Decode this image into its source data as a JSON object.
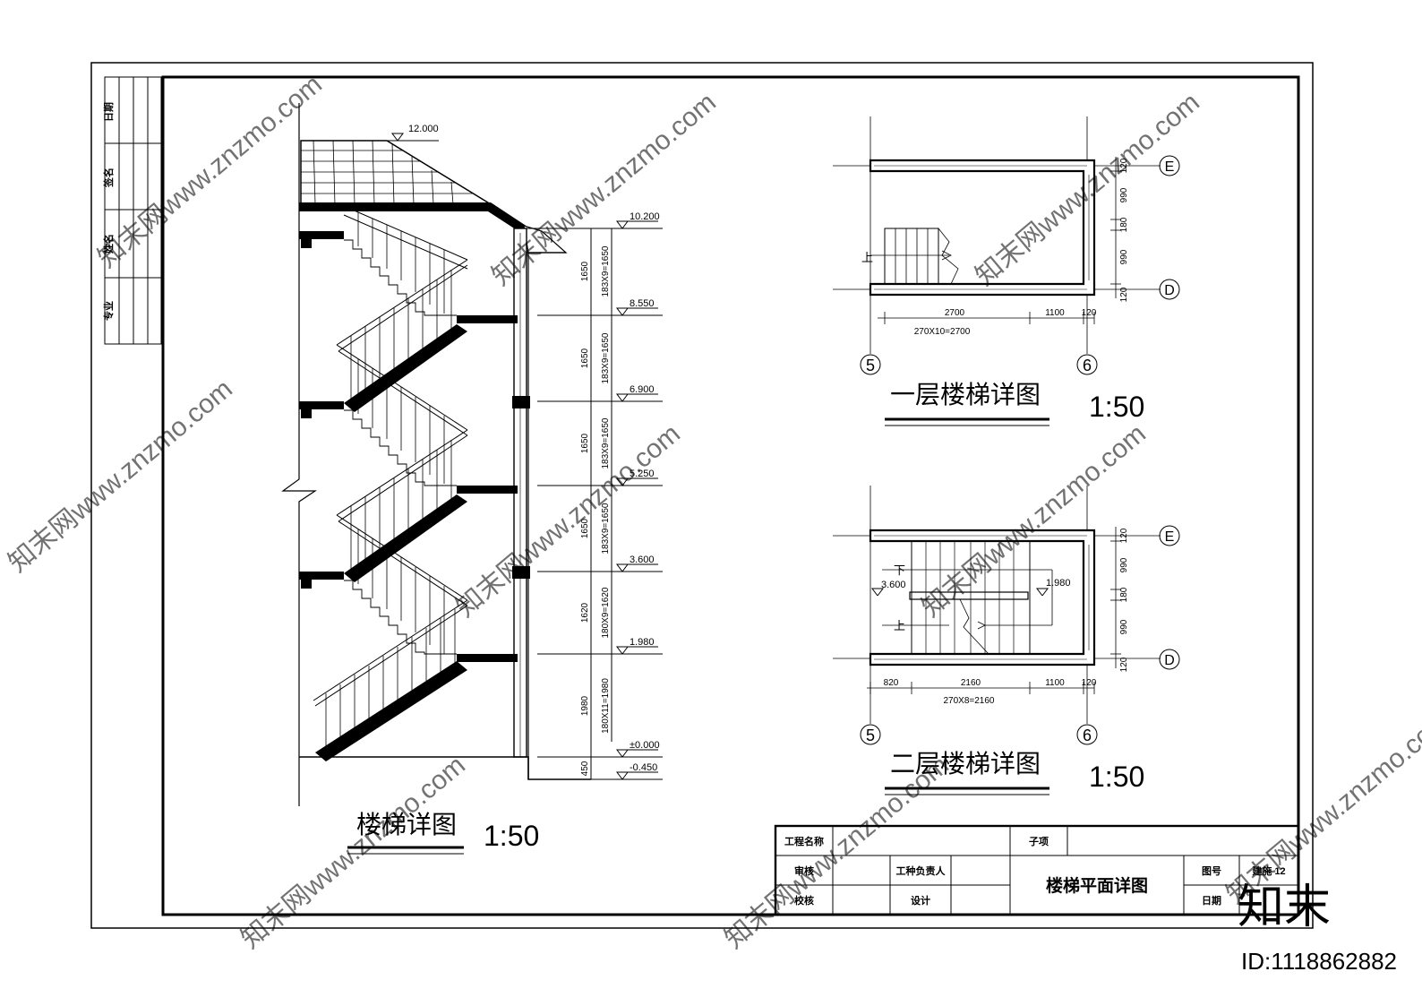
{
  "drawings": {
    "section": {
      "title": "楼梯详图",
      "scale": "1:50",
      "roof_elevation": "12.000",
      "elevations": [
        "10.200",
        "8.550",
        "6.900",
        "5.250",
        "3.600",
        "1.980",
        "±0.000",
        "-0.450"
      ],
      "rise_dims": [
        "1650",
        "1650",
        "1650",
        "1650",
        "1620",
        "1980",
        "450"
      ],
      "step_notes": [
        "183X9=1650",
        "183X9=1650",
        "183X9=1650",
        "183X9=1650",
        "180X9=1620",
        "180X11=1980"
      ]
    },
    "plan_1f": {
      "title": "一层楼梯详图",
      "scale": "1:50",
      "axes_v": [
        "5",
        "6"
      ],
      "axes_h": [
        "E",
        "D"
      ],
      "dims_bottom": [
        "2700",
        "1100",
        "120"
      ],
      "dims_bottom_note": "270X10=2700",
      "dims_right": [
        "120",
        "990",
        "180",
        "990",
        "120"
      ],
      "up_label": "上"
    },
    "plan_2f": {
      "title": "二层楼梯详图",
      "scale": "1:50",
      "axes_v": [
        "5",
        "6"
      ],
      "axes_h": [
        "E",
        "D"
      ],
      "dims_bottom": [
        "820",
        "2160",
        "1100",
        "120"
      ],
      "dims_bottom_note": "270X8=2160",
      "dims_right": [
        "120",
        "990",
        "180",
        "990",
        "120"
      ],
      "down_label": "下",
      "up_label": "上",
      "landing_elev_left": "3.600",
      "landing_elev_right": "1.980"
    }
  },
  "side_strip": [
    "日期",
    "签名",
    "姓名",
    "专业"
  ],
  "title_block": {
    "project_name_label": "工程名称",
    "sub_item_label": "子项",
    "review_label": "审核",
    "engineer_label": "工种负责人",
    "check_label": "校核",
    "design_label": "设计",
    "drawing_title": "楼梯平面详图",
    "sheet_no_label": "图号",
    "sheet_no_value": "建施 12",
    "date_label": "日期"
  },
  "watermark": {
    "text": "知末网www.znzmo.com",
    "logo": "知末",
    "id": "ID:1118862882"
  }
}
